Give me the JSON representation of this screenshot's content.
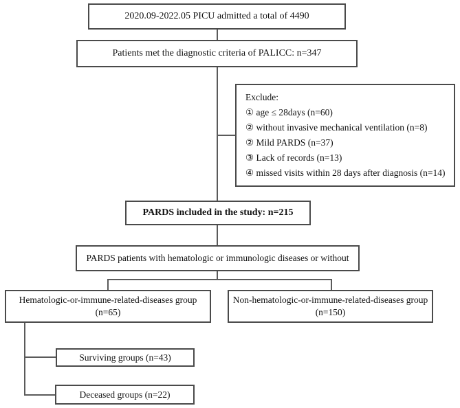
{
  "flowchart": {
    "boxes": {
      "total_admitted": {
        "text": "2020.09-2022.05 PICU admitted a total of 4490"
      },
      "palicc_criteria": {
        "text": "Patients met the diagnostic criteria of PALICC: n=347"
      },
      "exclusions": {
        "title": "Exclude:",
        "items": [
          "① age ≤ 28days (n=60)",
          "② without invasive mechanical ventilation (n=8)",
          "② Mild PARDS (n=37)",
          "③ Lack of records (n=13)",
          "④ missed visits within 28 days after diagnosis (n=14)"
        ]
      },
      "pards_included": {
        "text": "PARDS included in the study: n=215"
      },
      "group_split": {
        "text": "PARDS patients with hematologic or immunologic diseases or without"
      },
      "hematologic_group": {
        "line1": "Hematologic-or-immune-related-diseases group",
        "line2": "(n=65)"
      },
      "non_hematologic_group": {
        "line1": "Non-hematologic-or-immune-related-diseases group",
        "line2": "(n=150)"
      },
      "surviving_group": {
        "text": "Surviving groups (n=43)"
      },
      "deceased_group": {
        "text": "Deceased groups (n=22)"
      }
    },
    "colors": {
      "box_border": "#4a4a4a",
      "connector": "#5a5a5a",
      "text": "#111111",
      "background": "#ffffff"
    }
  }
}
